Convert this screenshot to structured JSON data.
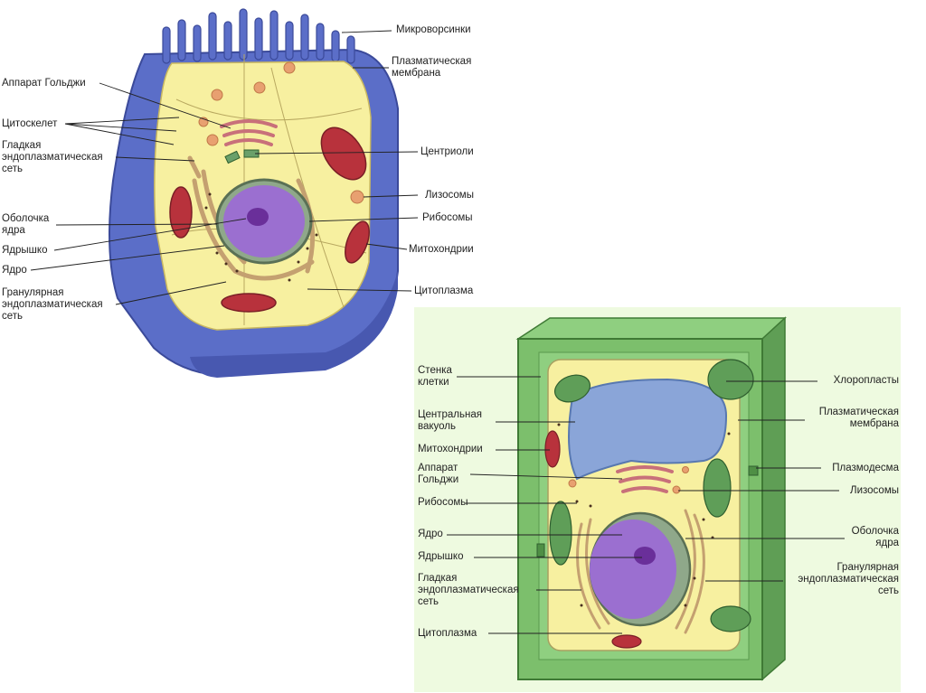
{
  "animal_cell": {
    "labels": {
      "microvilli": "Микроворсинки",
      "plasma_membrane_1": "Плазматическая",
      "plasma_membrane_2": "мембрана",
      "golgi": "Аппарат Гольджи",
      "cytoskeleton": "Цитоскелет",
      "smooth_er_1": "Гладкая",
      "smooth_er_2": "эндоплазматическая",
      "smooth_er_3": "сеть",
      "centrioles": "Центриоли",
      "lysosomes": "Лизосомы",
      "ribosomes": "Рибосомы",
      "nuclear_envelope_1": "Оболочка",
      "nuclear_envelope_2": "ядра",
      "nucleolus": "Ядрышко",
      "nucleus": "Ядро",
      "mitochondria": "Митохондрии",
      "rough_er_1": "Гранулярная",
      "rough_er_2": "эндоплазматическая",
      "rough_er_3": "сеть",
      "cytoplasm": "Цитоплазма"
    }
  },
  "plant_cell": {
    "labels": {
      "cell_wall_1": "Стенка",
      "cell_wall_2": "клетки",
      "vacuole_1": "Центральная",
      "vacuole_2": "вакуоль",
      "mitochondria": "Митохондрии",
      "golgi_1": "Аппарат",
      "golgi_2": "Гольджи",
      "ribosomes": "Рибосомы",
      "nucleus": "Ядро",
      "nucleolus": "Ядрышко",
      "smooth_er_1": "Гладкая",
      "smooth_er_2": "эндоплазматическая",
      "smooth_er_3": "сеть",
      "cytoplasm": "Цитоплазма",
      "chloroplasts": "Хлоропласты",
      "plasma_membrane_1": "Плазматическая",
      "plasma_membrane_2": "мембрана",
      "plasmodesma": "Плазмодесма",
      "lysosomes": "Лизосомы",
      "nuclear_envelope_1": "Оболочка",
      "nuclear_envelope_2": "ядра",
      "rough_er_1": "Гранулярная",
      "rough_er_2": "эндоплазматическая",
      "rough_er_3": "сеть"
    }
  },
  "colors": {
    "animal_membrane": "#5b6ec8",
    "cytoplasm": "#f7f0a0",
    "nucleus": "#9b6fd0",
    "nucleolus": "#6a2f9a",
    "mitochondria": "#b8323c",
    "golgi": "#c8707a",
    "er": "#c4a070",
    "lysosome": "#e8a070",
    "plant_wall": "#7cbf6c",
    "chloroplast": "#5f9e58",
    "vacuole": "#8aa5d8"
  }
}
